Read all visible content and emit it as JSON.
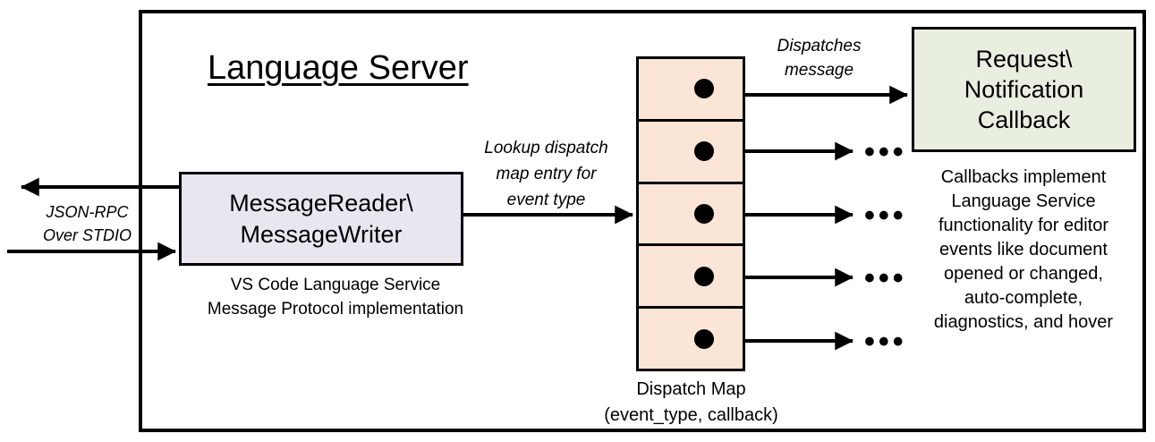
{
  "diagram": {
    "title": "Language Server",
    "colors": {
      "message_box_fill": "#EAE6F0",
      "dispatch_map_fill": "#FBE5D6",
      "callback_box_fill": "#E8EFE0",
      "stroke": "#000000",
      "background": "#FFFFFF"
    }
  },
  "message_box": {
    "line1": "MessageReader\\",
    "line2": "MessageWriter",
    "caption_line1": "VS Code Language Service",
    "caption_line2": "Message Protocol implementation"
  },
  "edges": {
    "jsonrpc_line1": "JSON-RPC",
    "jsonrpc_line2": "Over STDIO",
    "lookup_line1": "Lookup dispatch",
    "lookup_line2": "map entry for",
    "lookup_line3": "event type",
    "dispatches_line1": "Dispatches",
    "dispatches_line2": "message",
    "ellipsis": "•••"
  },
  "dispatch_map": {
    "cells": [
      {
        "index": 1,
        "has_dot": true
      },
      {
        "index": 2,
        "has_dot": true
      },
      {
        "index": 3,
        "has_dot": true
      },
      {
        "index": 4,
        "has_dot": true
      },
      {
        "index": 5,
        "has_dot": true
      }
    ],
    "caption_line1": "Dispatch Map",
    "caption_line2": "(event_type, callback)"
  },
  "callback_box": {
    "line1": "Request\\",
    "line2": "Notification",
    "line3": "Callback",
    "caption_line1": "Callbacks implement",
    "caption_line2": "Language Service",
    "caption_line3": "functionality for editor",
    "caption_line4": "events like document",
    "caption_line5": "opened or changed,",
    "caption_line6": "auto-complete,",
    "caption_line7": "diagnostics, and hover"
  }
}
